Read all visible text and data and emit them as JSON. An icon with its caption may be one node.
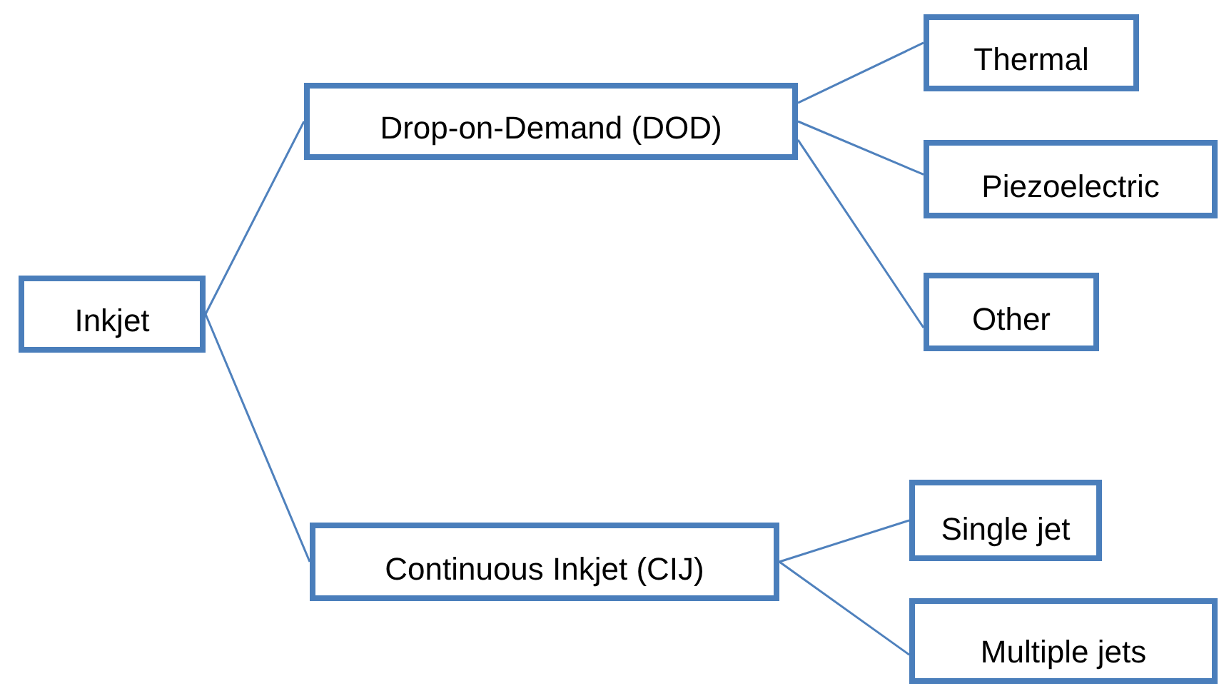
{
  "diagram": {
    "nodes": [
      {
        "text": [
          "Inkjet"
        ]
      },
      {
        "text": [
          "Drop-on-Demand (DOD)"
        ]
      },
      {
        "text": [
          "Thermal"
        ]
      },
      {
        "text": [
          "Piezoelectric"
        ]
      },
      {
        "text": [
          "Other"
        ]
      },
      {
        "text": [
          "Continuous Inkjet (CIJ)"
        ]
      },
      {
        "text": [
          "Single jet"
        ]
      },
      {
        "text": [
          "Multiple jets"
        ]
      }
    ],
    "edges": [
      {
        "from": 0,
        "to": 1,
        "arrow": "none"
      },
      {
        "from": 0,
        "to": 5,
        "arrow": "none"
      },
      {
        "from": 1,
        "to": 2,
        "arrow": "none"
      },
      {
        "from": 1,
        "to": 3,
        "arrow": "none"
      },
      {
        "from": 1,
        "to": 4,
        "arrow": "none"
      },
      {
        "from": 5,
        "to": 6,
        "arrow": "none"
      },
      {
        "from": 5,
        "to": 7,
        "arrow": "none"
      }
    ]
  }
}
